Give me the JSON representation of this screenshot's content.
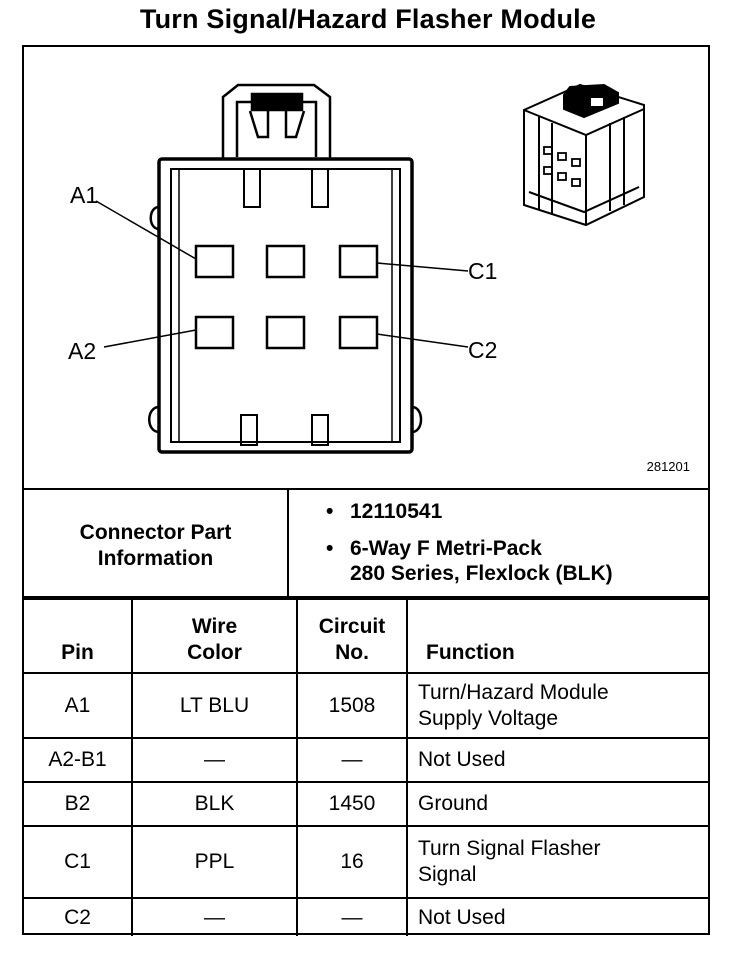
{
  "title": "Turn Signal/Hazard Flasher Module",
  "figure_id": "281201",
  "pin_labels": {
    "a1": "A1",
    "a2": "A2",
    "c1": "C1",
    "c2": "C2"
  },
  "connector_info": {
    "label_line1": "Connector Part",
    "label_line2": "Information",
    "part_number": "12110541",
    "description_line1": "6-Way F Metri-Pack",
    "description_line2": "280 Series, Flexlock (BLK)",
    "bullet": "•"
  },
  "table": {
    "headers": {
      "pin": "Pin",
      "wire_color_line1": "Wire",
      "wire_color_line2": "Color",
      "circuit_line1": "Circuit",
      "circuit_line2": "No.",
      "function": "Function"
    },
    "rows": [
      {
        "pin": "A1",
        "wire_color": "LT BLU",
        "circuit": "1508",
        "function_line1": "Turn/Hazard Module",
        "function_line2": "Supply Voltage"
      },
      {
        "pin": "A2-B1",
        "wire_color": "—",
        "circuit": "—",
        "function_line1": "Not Used",
        "function_line2": ""
      },
      {
        "pin": "B2",
        "wire_color": "BLK",
        "circuit": "1450",
        "function_line1": "Ground",
        "function_line2": ""
      },
      {
        "pin": "C1",
        "wire_color": "PPL",
        "circuit": "16",
        "function_line1": "Turn Signal Flasher",
        "function_line2": "Signal"
      },
      {
        "pin": "C2",
        "wire_color": "—",
        "circuit": "—",
        "function_line1": "Not Used",
        "function_line2": ""
      }
    ]
  }
}
